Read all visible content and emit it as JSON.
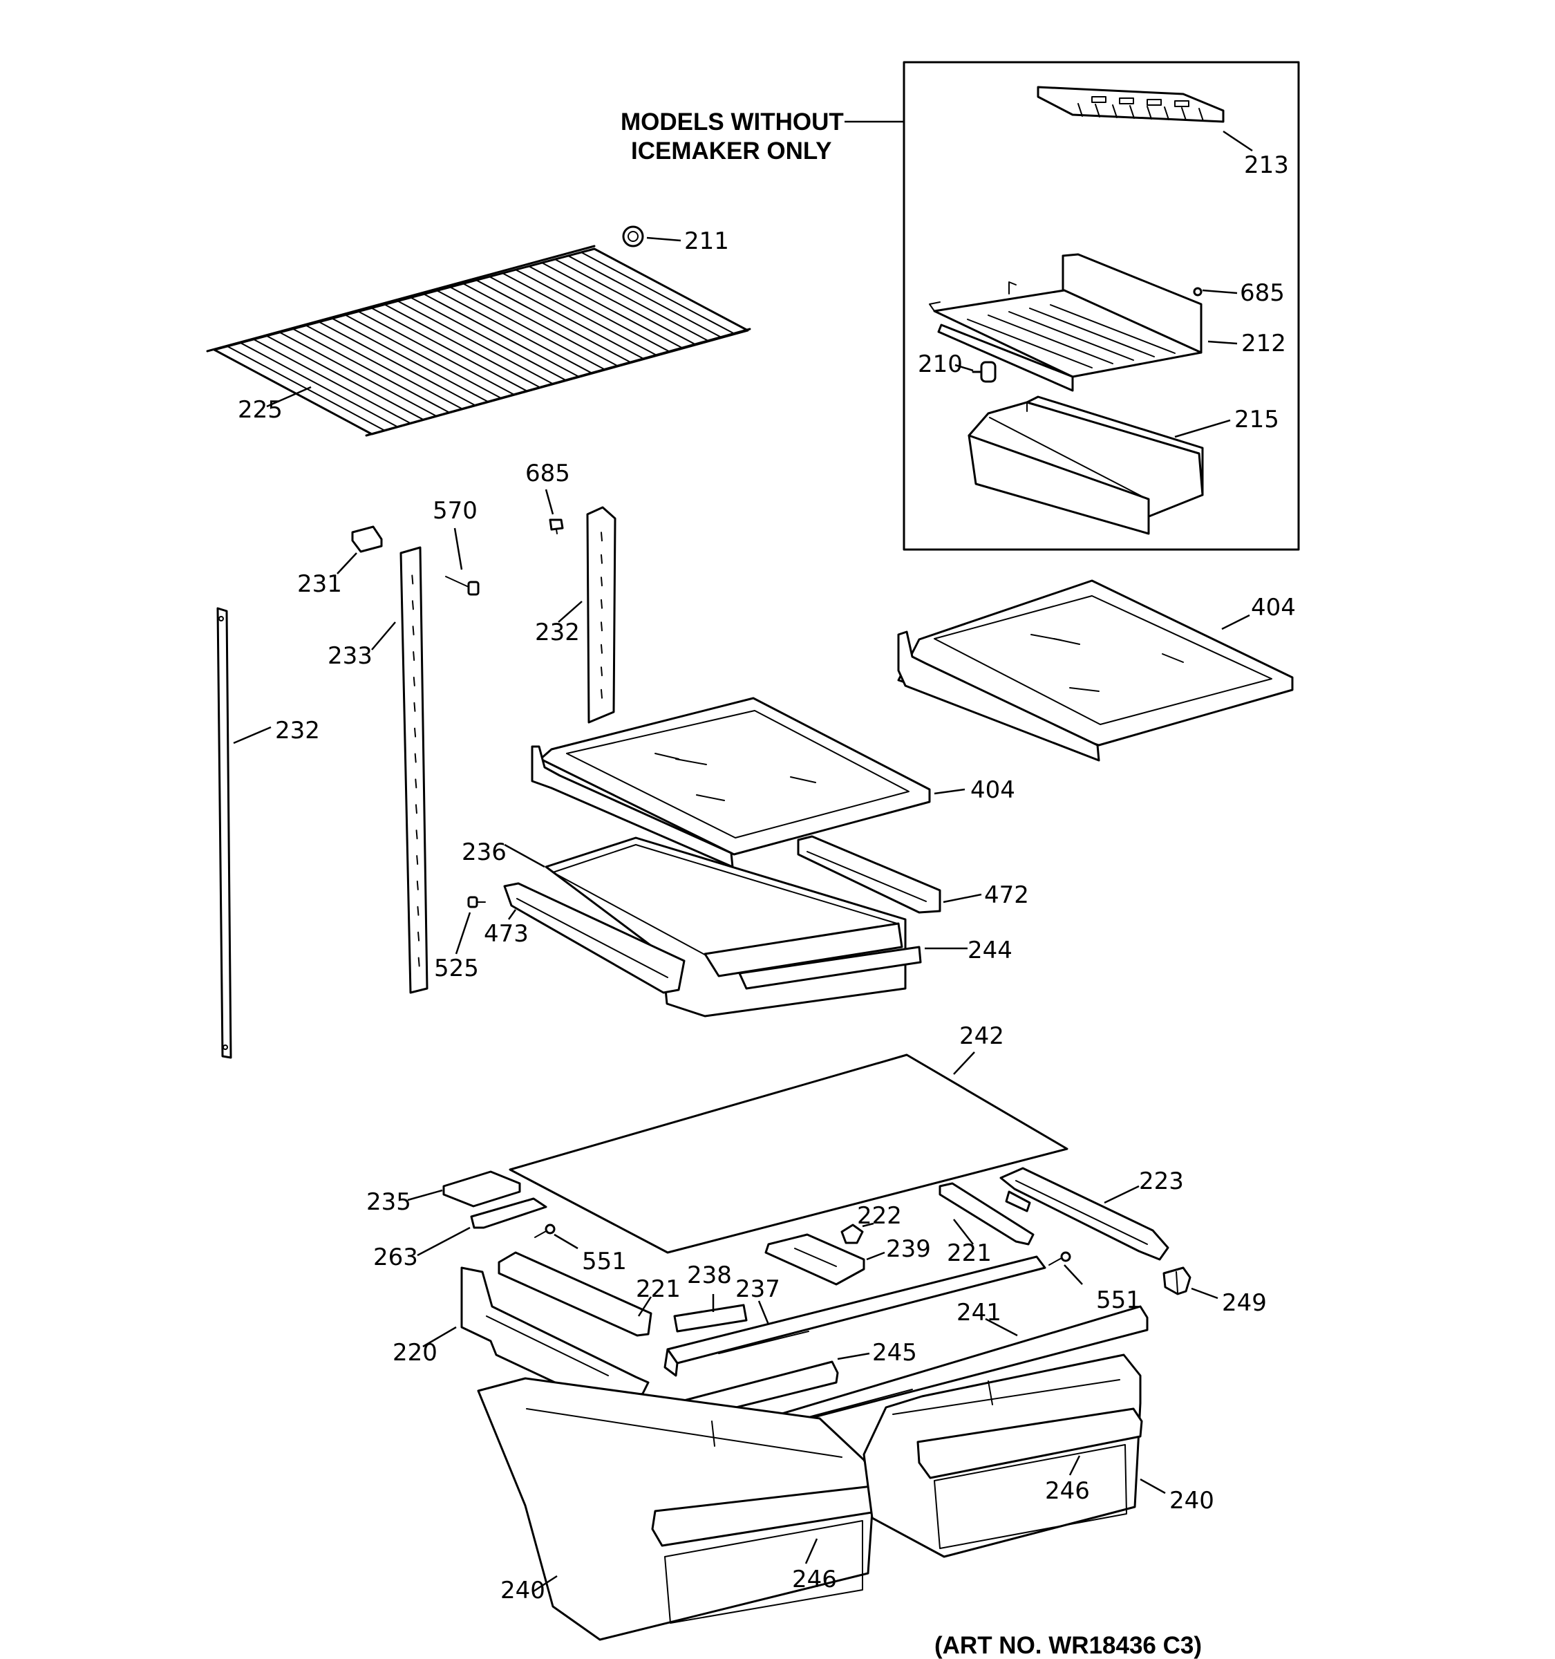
{
  "note": {
    "line1": "MODELS WITHOUT",
    "line2": "ICEMAKER ONLY"
  },
  "art_number": "(ART NO. WR18436 C3)",
  "callouts": {
    "c213": "213",
    "c211": "211",
    "c685_box": "685",
    "c212": "212",
    "c210": "210",
    "c215": "215",
    "c225": "225",
    "c685": "685",
    "c570": "570",
    "c231": "231",
    "c233": "233",
    "c232_mid": "232",
    "c232_left": "232",
    "c404_right": "404",
    "c404_mid": "404",
    "c236": "236",
    "c472": "472",
    "c473": "473",
    "c525": "525",
    "c244": "244",
    "c242": "242",
    "c223": "223",
    "c235": "235",
    "c222": "222",
    "c239": "239",
    "c221_right": "221",
    "c263": "263",
    "c551_left": "551",
    "c551_right": "551",
    "c249": "249",
    "c238": "238",
    "c237": "237",
    "c221_left": "221",
    "c241": "241",
    "c220": "220",
    "c245": "245",
    "c246_right": "246",
    "c240_right": "240",
    "c246_left": "246",
    "c240_left": "240"
  }
}
